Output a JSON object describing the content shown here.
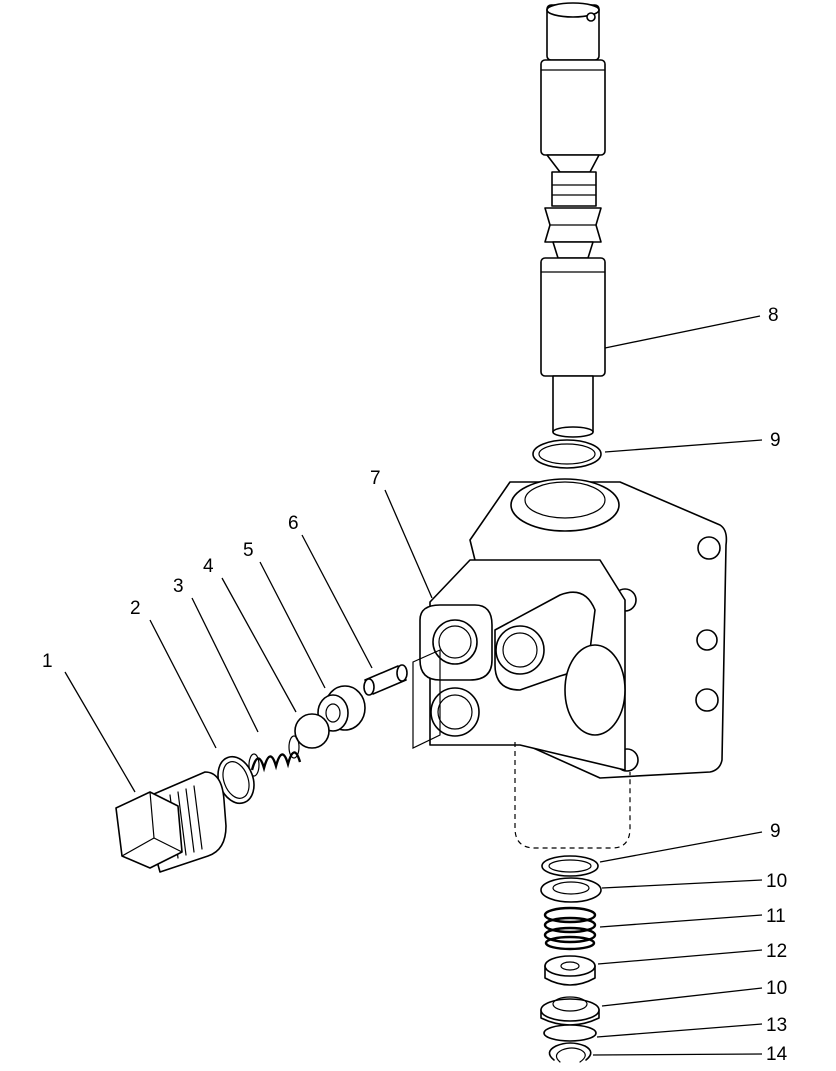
{
  "diagram": {
    "callouts": [
      {
        "id": "1",
        "label": "1"
      },
      {
        "id": "2",
        "label": "2"
      },
      {
        "id": "3",
        "label": "3"
      },
      {
        "id": "4",
        "label": "4"
      },
      {
        "id": "5",
        "label": "5"
      },
      {
        "id": "6",
        "label": "6"
      },
      {
        "id": "7",
        "label": "7"
      },
      {
        "id": "8",
        "label": "8"
      },
      {
        "id": "9a",
        "label": "9"
      },
      {
        "id": "9b",
        "label": "9"
      },
      {
        "id": "10a",
        "label": "10"
      },
      {
        "id": "11",
        "label": "11"
      },
      {
        "id": "12",
        "label": "12"
      },
      {
        "id": "10b",
        "label": "10"
      },
      {
        "id": "13",
        "label": "13"
      },
      {
        "id": "14",
        "label": "14"
      }
    ]
  }
}
